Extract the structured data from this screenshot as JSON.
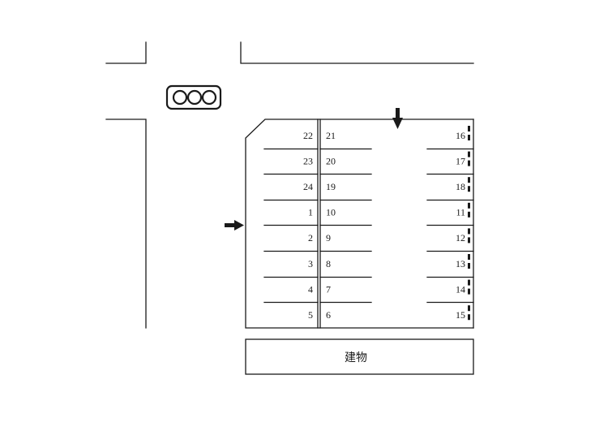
{
  "building_label": "建物",
  "icons": {
    "traffic_light": "traffic-signal-icon",
    "entrance_arrow": "arrow-icon",
    "wheel_stop": "wheel-stop-icon"
  },
  "spaces": {
    "left": [
      {
        "a": "22",
        "b": "21"
      },
      {
        "a": "23",
        "b": "20"
      },
      {
        "a": "24",
        "b": "19"
      },
      {
        "a": "1",
        "b": "10"
      },
      {
        "a": "2",
        "b": "9"
      },
      {
        "a": "3",
        "b": "8"
      },
      {
        "a": "4",
        "b": "7"
      },
      {
        "a": "5",
        "b": "6"
      }
    ],
    "right": [
      "16",
      "17",
      "18",
      "11",
      "12",
      "13",
      "14",
      "15"
    ]
  }
}
